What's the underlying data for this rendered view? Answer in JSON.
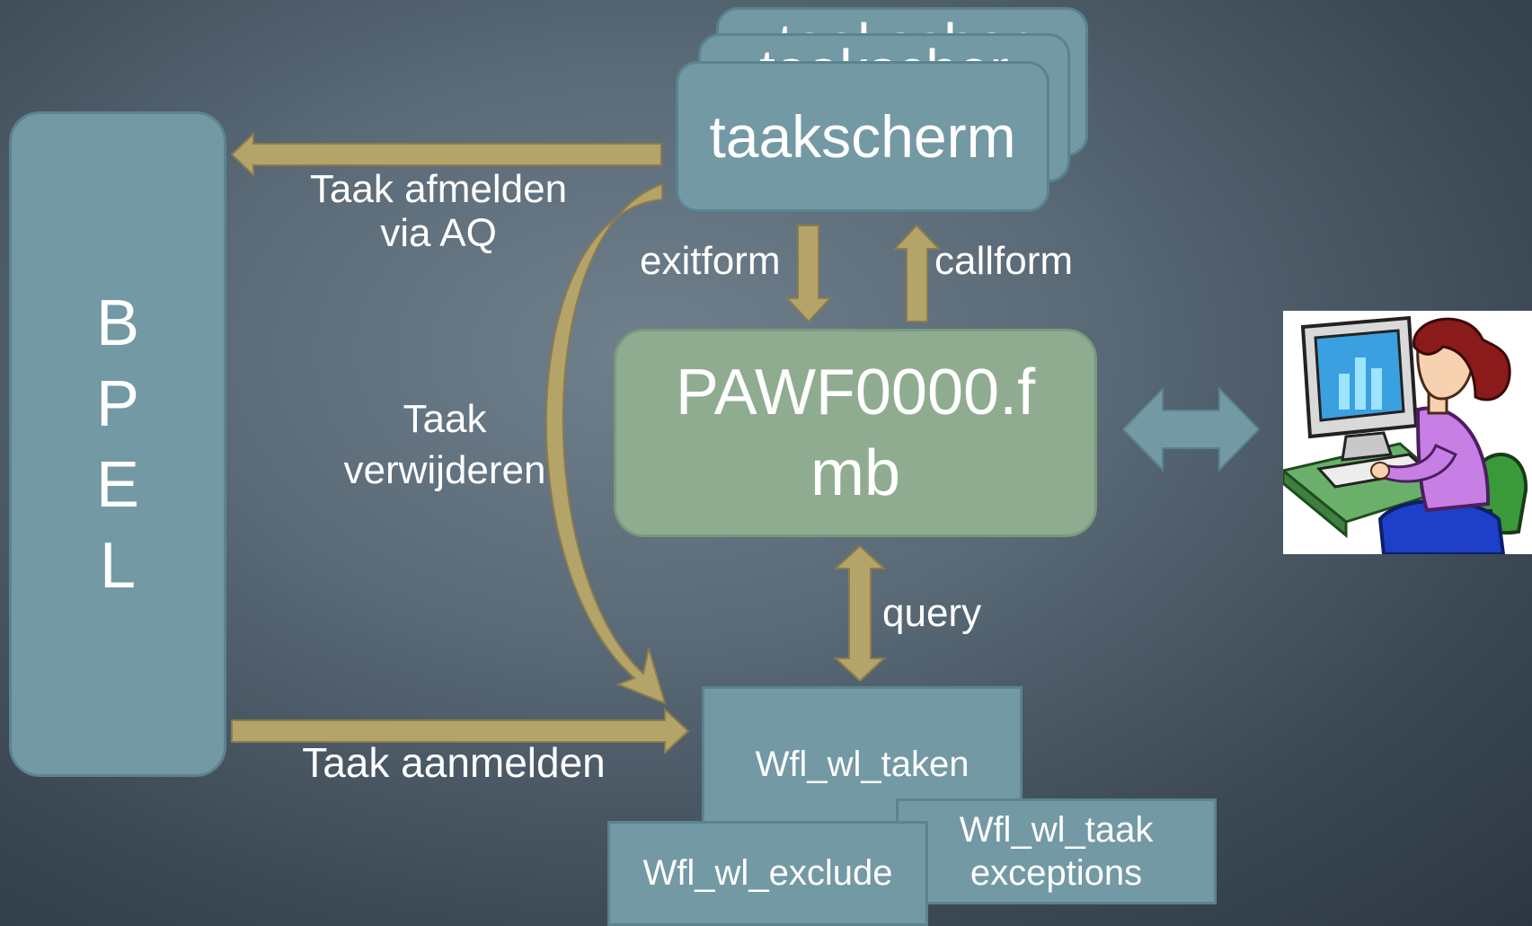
{
  "bpel": {
    "letters": [
      "B",
      "P",
      "E",
      "L"
    ]
  },
  "taakscherm": {
    "main": "taakscherm",
    "back1": "taakscher",
    "back2": "taakscher"
  },
  "form": {
    "line1": "PAWF0000.f",
    "line2": "mb"
  },
  "arrows": {
    "exitform": "exitform",
    "callform": "callform",
    "query": "query",
    "afmelden": "Taak afmelden\nvia AQ",
    "verwijderen": "Taak\nverwijderen",
    "aanmelden": "Taak aanmelden"
  },
  "tables": {
    "taken": "Wfl_wl_taken",
    "exclude": "Wfl_wl_exclude",
    "exceptions": "Wfl_wl_taak\nexceptions"
  },
  "colors": {
    "box_blue": "#7399a4",
    "box_green": "#8fac91",
    "arrow_gold": "#b5a46a",
    "double_arrow": "#7399a4"
  }
}
